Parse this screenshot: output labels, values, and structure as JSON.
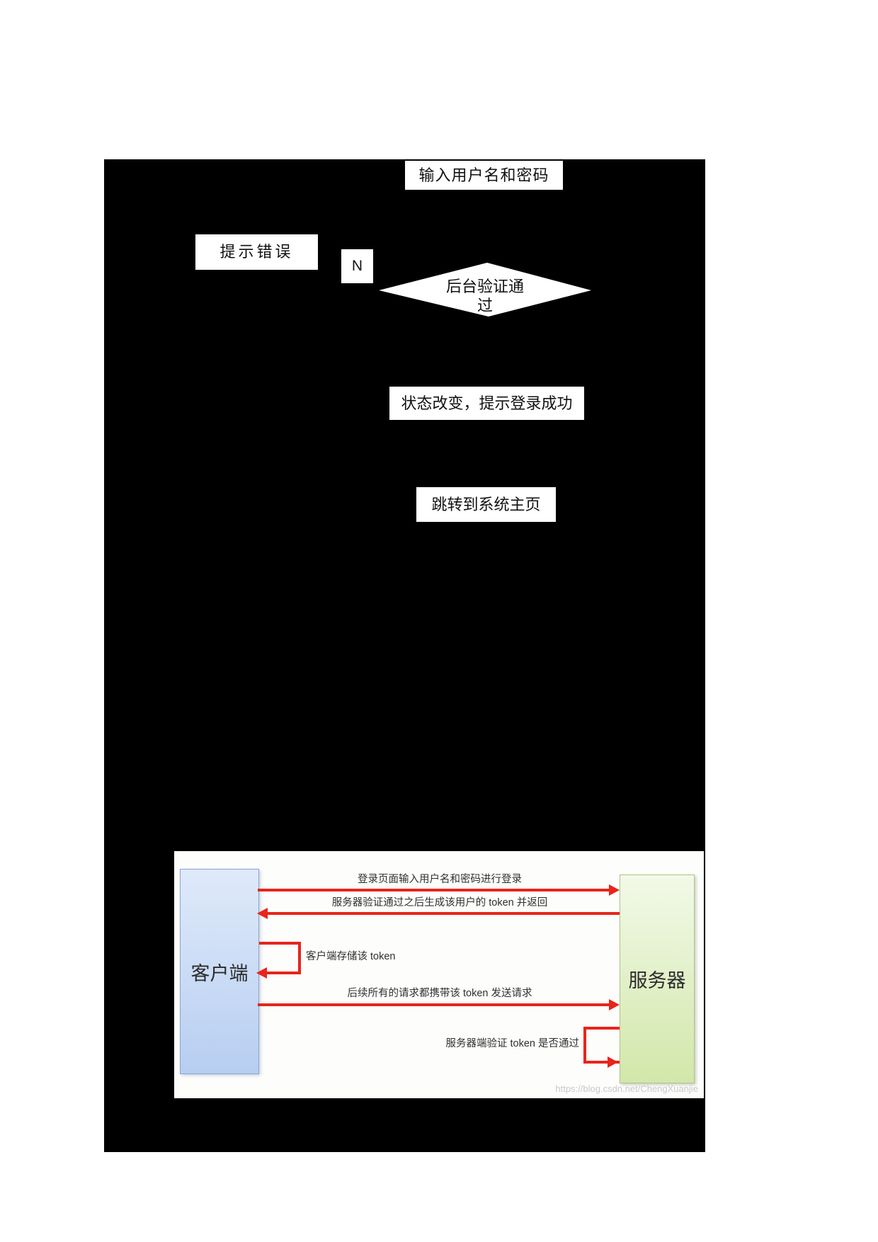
{
  "colors": {
    "canvas-bg": "#000000",
    "arrow-red": "#e8241b",
    "client-box-top": "#dfeafa",
    "client-box-bottom": "#b7cef1",
    "client-box-border": "#87a4d8",
    "server-box-top": "#f2f9e8",
    "server-box-bottom": "#d2e7aa",
    "server-box-border": "#aec687",
    "label-text": "#303030",
    "watermark-text": "#c9c9c9"
  },
  "flowchart": {
    "node_input": "输入用户名和密码",
    "node_error": "提示错误",
    "branch_no": "N",
    "decision": "后台验证通\n过",
    "node_success": "状态改变，提示登录成功",
    "node_redirect": "跳转到系统主页"
  },
  "sequence": {
    "client": "客户端",
    "server": "服务器",
    "messages": [
      {
        "label": "登录页面输入用户名和密码进行登录"
      },
      {
        "label": "服务器验证通过之后生成该用户的 token 并返回"
      },
      {
        "label": "客户端存储该 token"
      },
      {
        "label": "后续所有的请求都携带该 token 发送请求"
      },
      {
        "label": "服务器端验证 token 是否通过"
      }
    ],
    "watermark": "https://blog.csdn.net/ChengXuanjie"
  }
}
